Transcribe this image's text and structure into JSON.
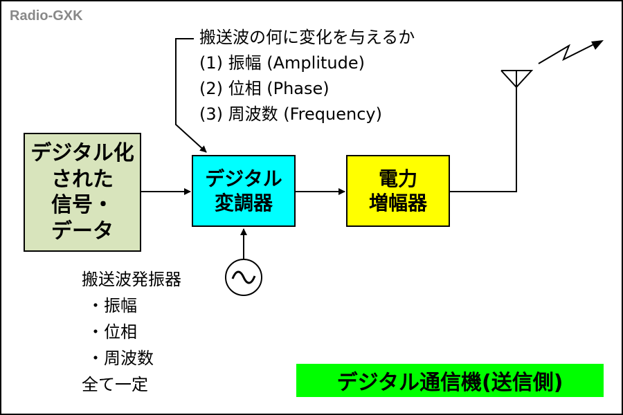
{
  "brand": "Radio-GXK",
  "question": {
    "heading": "搬送波の何に変化を与えるか",
    "items": [
      "(1) 振幅 (Amplitude)",
      "(2) 位相 (Phase)",
      "(3) 周波数 (Frequency)"
    ]
  },
  "blocks": {
    "input": [
      "デジタル化",
      "された",
      "信号・",
      "データ"
    ],
    "modulator": [
      "デジタル",
      "変調器"
    ],
    "amplifier": [
      "電力",
      "増幅器"
    ]
  },
  "oscillator": {
    "symbol": "~",
    "title": "搬送波発振器",
    "items": [
      "・振幅",
      "・位相",
      "・周波数"
    ],
    "footer": "全て一定"
  },
  "title": "デジタル通信機(送信側)",
  "colors": {
    "input_block": "#d8e4bc",
    "modulator_block": "#00ffff",
    "amplifier_block": "#ffff00",
    "title_banner": "#00ff00",
    "brand": "#888888"
  },
  "icons": [
    "antenna-icon",
    "radio-wave-icon",
    "sine-oscillator-icon"
  ]
}
